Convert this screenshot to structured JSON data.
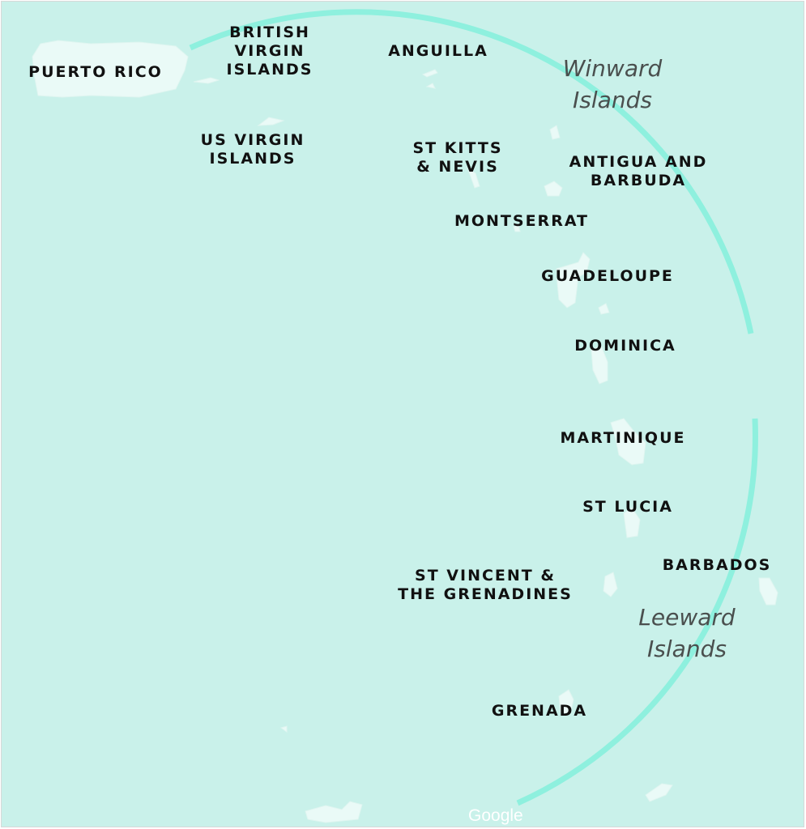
{
  "map": {
    "colors": {
      "water": "#c9f1ea",
      "land": "#eafaf7",
      "arc": "#8ef0de",
      "label": "#111111",
      "group_label": "#4a4f4e"
    },
    "labels": [
      {
        "id": "puerto-rico",
        "text": "PUERTO RICO"
      },
      {
        "id": "british-virgin-islands",
        "text": "BRITISH\nVIRGIN\nISLANDS"
      },
      {
        "id": "anguilla",
        "text": "ANGUILLA"
      },
      {
        "id": "us-virgin-islands",
        "text": "US VIRGIN\nISLANDS"
      },
      {
        "id": "st-kitts-nevis",
        "text": "ST KITTS\n& NEVIS"
      },
      {
        "id": "antigua-and-barbuda",
        "text": "ANTIGUA AND\nBARBUDA"
      },
      {
        "id": "montserrat",
        "text": "MONTSERRAT"
      },
      {
        "id": "guadeloupe",
        "text": "GUADELOUPE"
      },
      {
        "id": "dominica",
        "text": "DOMINICA"
      },
      {
        "id": "martinique",
        "text": "MARTINIQUE"
      },
      {
        "id": "st-lucia",
        "text": "ST LUCIA"
      },
      {
        "id": "barbados",
        "text": "BARBADOS"
      },
      {
        "id": "st-vincent",
        "text": "ST VINCENT &\nTHE GRENADINES"
      },
      {
        "id": "grenada",
        "text": "GRENADA"
      }
    ],
    "groups": [
      {
        "id": "winward",
        "text": "Winward\nIslands"
      },
      {
        "id": "leeward",
        "text": "Leeward\nIslands"
      }
    ],
    "attribution": "Google"
  }
}
